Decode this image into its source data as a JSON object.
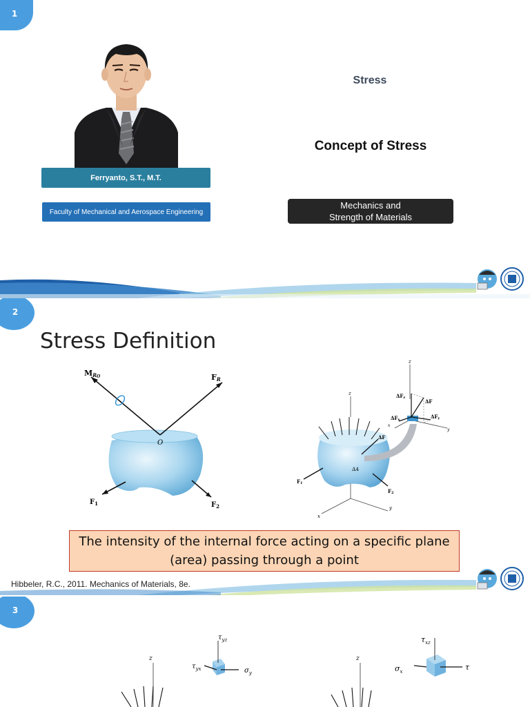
{
  "slides": [
    {
      "number": "1",
      "presenter_name": "Ferryanto, S.T., M.T.",
      "faculty": "Faculty of Mechanical and Aerospace Engineering",
      "topic": "Stress",
      "title": "Concept of Stress",
      "course_line1": "Mechanics and",
      "course_line2": "Strength of Materials"
    },
    {
      "number": "2",
      "title": "Stress Definition",
      "definition_line1": "The intensity of the internal force acting on a specific plane",
      "definition_line2": "(area) passing through a point",
      "citation": "Hibbeler, R.C., 2011. Mechanics of Materials, 8e.",
      "figure_left_labels": {
        "moment": "M",
        "moment_sub": "R",
        "moment_sub2": "O",
        "resultant": "F",
        "resultant_sub": "R",
        "origin": "O",
        "force1": "F",
        "force1_sub": "1",
        "force2": "F",
        "force2_sub": "2"
      },
      "figure_right_labels": {
        "z": "z",
        "x": "x",
        "y": "y",
        "dF": "ΔF",
        "dA": "ΔA",
        "dFz": "ΔF",
        "dFz_sub": "z",
        "dFx": "ΔF",
        "dFx_sub": "x",
        "dFy": "ΔF",
        "dFy_sub": "y",
        "dF_top": "ΔF",
        "F1": "F",
        "F1_sub": "1",
        "F2": "F",
        "F2_sub": "2"
      }
    },
    {
      "number": "3",
      "labels": {
        "tau_yz": "τ",
        "tau_yz_sub": "yz",
        "tau_yx": "τ",
        "tau_yx_sub": "yx",
        "sigma_y": "σ",
        "sigma_y_sub": "y",
        "z_left": "z",
        "tau_xz": "τ",
        "tau_xz_sub": "xz",
        "sigma_x": "σ",
        "sigma_x_sub": "x",
        "tau_right": "τ",
        "z_right": "z"
      }
    }
  ],
  "colors": {
    "badge": "#4a9ee0",
    "name_bar": "#2b7f9e",
    "faculty_bar": "#2470b7",
    "course_box": "#262626",
    "definition_fill": "#fbd5b5",
    "definition_border": "#c0392b"
  }
}
